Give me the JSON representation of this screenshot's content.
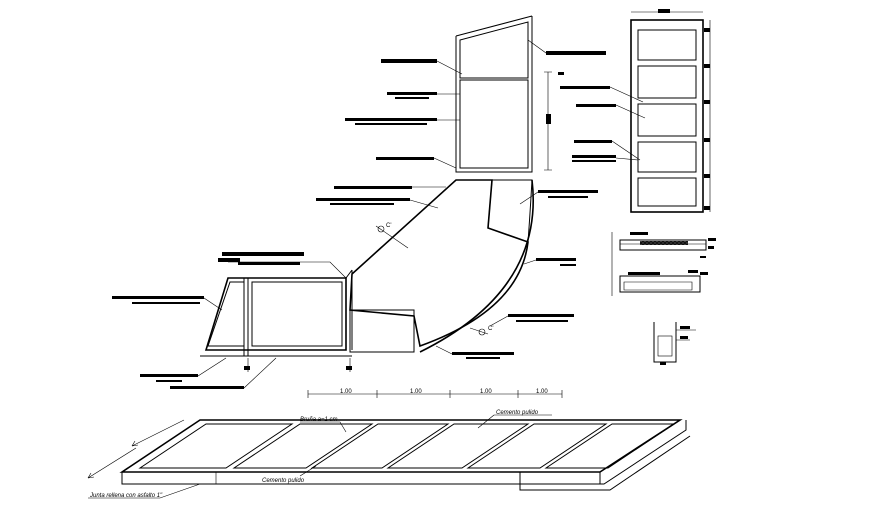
{
  "drawing": {
    "dims": {
      "d1": "1.00",
      "d2": "1.00",
      "d3": "1.00",
      "d4": "1.00"
    },
    "notes": {
      "bruna": "Bruña a=1 cm",
      "cemento_top": "Cemento pulido",
      "cemento_bottom": "Cemento pulido",
      "junta": "Junta rellena con asfalto 1\""
    },
    "markers": {
      "c1": "C'",
      "c2": "C'"
    },
    "colors": {
      "line": "#000000",
      "background": "#ffffff"
    }
  }
}
